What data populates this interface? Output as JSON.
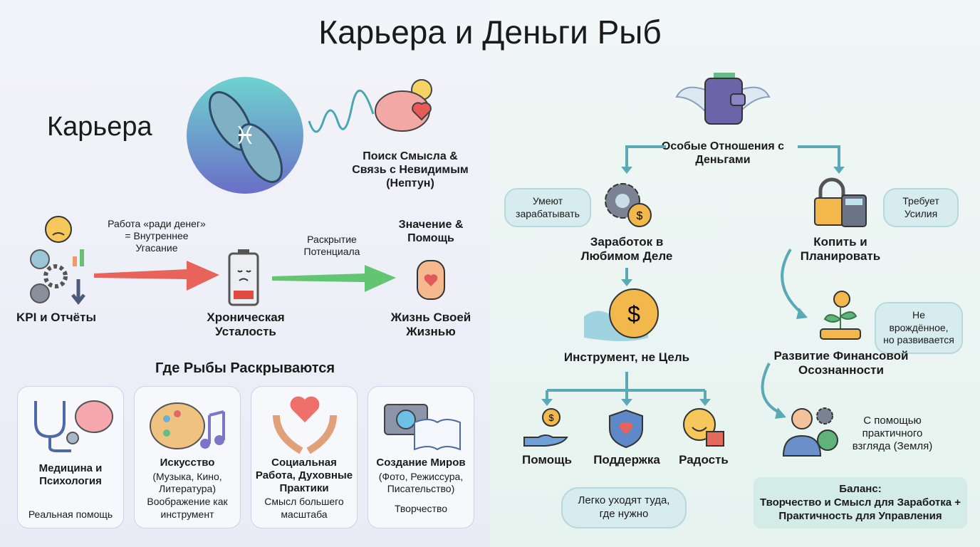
{
  "title": "Карьера и Деньги Рыб",
  "career": {
    "heading": "Карьера",
    "neptune": "Поиск Смысла & Связь с Невидимым (Нептун)",
    "kpi": "KPI и Отчёты",
    "arrow1": "Работа «ради денег» = Внутреннее Угасание",
    "fatigue": "Хроническая Усталость",
    "arrow2": "Раскрытие Потенциала",
    "meaning": "Значение & Помощь",
    "life": "Жизнь Своей Жизнью",
    "where_heading": "Где Рыбы Раскрываются",
    "cards": [
      {
        "title": "Медицина и Психология",
        "subtitle": "Реальная помощь",
        "icon": "stethoscope-brain-icon"
      },
      {
        "title": "Искусство",
        "detail": "(Музыка, Кино, Литература)",
        "subtitle": "Воображение как инструмент",
        "icon": "palette-music-icon"
      },
      {
        "title": "Социальная Работа, Духовные Практики",
        "subtitle": "Смысл большего масштаба",
        "icon": "heart-hands-icon"
      },
      {
        "title": "Создание Миров",
        "detail": "(Фото, Режиссура, Писательство)",
        "subtitle": "Творчество",
        "icon": "camera-book-icon"
      }
    ]
  },
  "money": {
    "root": "Особые Отношения с Деньгами",
    "earn": "Заработок в Любимом Деле",
    "earn_bubble": "Умеют зарабатывать",
    "tool": "Инструмент, не Цель",
    "help": "Помощь",
    "support": "Поддержка",
    "joy": "Радость",
    "flow_bubble": "Легко уходят туда, где нужно",
    "save": "Копить и Планировать",
    "save_bubble": "Требует Усилия",
    "awareness": "Развитие Финансовой Осознанности",
    "awareness_bubble": "Не врождённое, но развивается",
    "practical": "С помощью практичного взгляда (Земля)",
    "balance_title": "Баланс:",
    "balance_text": "Творчество и Смысл для Заработка + Практичность для Управления"
  },
  "colors": {
    "teal": "#5aa9b4",
    "red": "#e45a52",
    "green": "#5cc46a",
    "gold": "#f2b84b"
  }
}
